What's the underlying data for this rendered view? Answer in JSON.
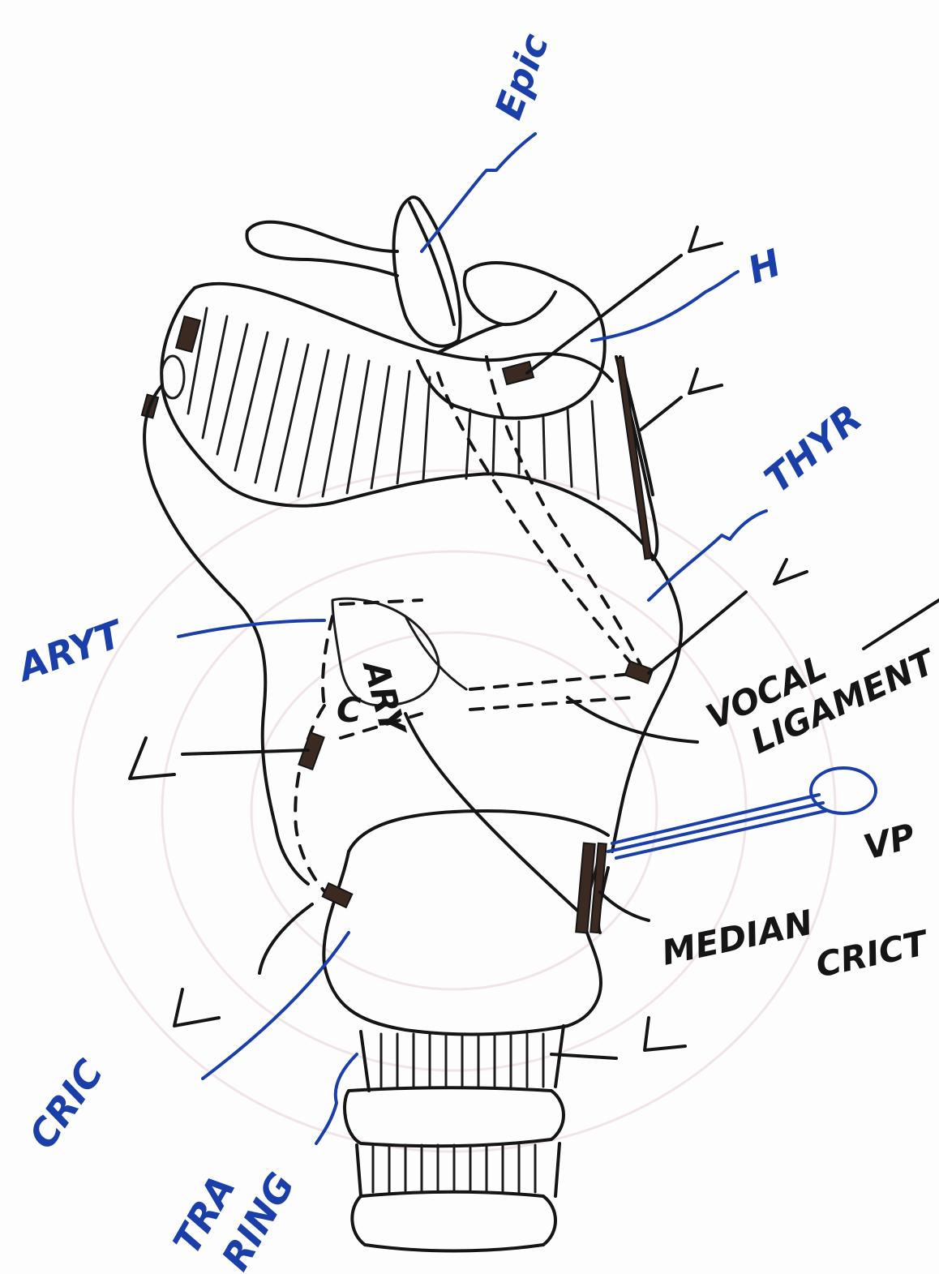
{
  "labels": {
    "epiglottis": "Epic",
    "hyoid": "H",
    "thyroid": "THYR",
    "arytenoid": "ARYT",
    "arytenoid_inner": "ARY",
    "vocal_ligament_line1": "VOCAL",
    "vocal_ligament_line2": "LIGAMENT",
    "median_line1": "MEDIAN",
    "median_line2": "CRICT",
    "vocal_process": "VP",
    "cricoid": "CRIC",
    "trachea_line1": "TRA",
    "trachea_line2": "RING",
    "cartilage_c": "C",
    "ligament_marker": "L"
  },
  "colors": {
    "ink": "#151515",
    "pen_blue": "#1a3fa8",
    "ligament_fill": "#3a2a22"
  }
}
